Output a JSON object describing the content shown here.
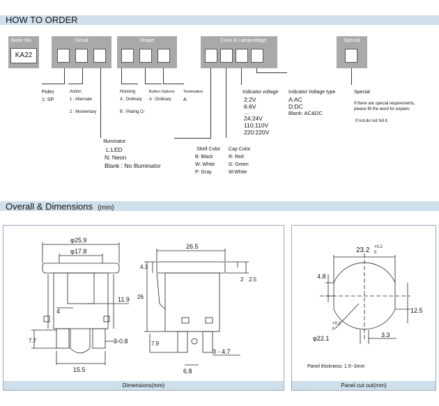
{
  "how_to_order": {
    "title": "HOW TO ORDER",
    "basic_no": {
      "label": "Basic No.",
      "value": "KA22"
    },
    "circuit": {
      "label": "Circuit"
    },
    "shape": {
      "label": "Shape"
    },
    "color_lamp": {
      "label": "Color & Lampvoltage"
    },
    "special_box": {
      "label": "Special"
    },
    "poles": {
      "title": "Poles",
      "value": "1: SP"
    },
    "action": {
      "title": "Action",
      "opt1": "1 : Alternate",
      "opt2": "2 : Momentary"
    },
    "housing": {
      "title": "Housing",
      "opt1": "A : Ordinary",
      "opt2": "B : Plating Cr"
    },
    "button_options": {
      "title": "Button Options",
      "opt1": "A : Ordinary"
    },
    "termination": {
      "title": "Termination",
      "opt1": "A"
    },
    "illuminator": {
      "title": "Illuminator",
      "opt1": "L:LED",
      "opt2": "N: Neon",
      "opt3": "Blank : No Illuminator"
    },
    "shell_color": {
      "title": "Shell Color",
      "opt1": "B: Black",
      "opt2": "W: White",
      "opt3": "P: Gray"
    },
    "cap_color": {
      "title": "Cap Color",
      "opt1": "R: Red",
      "opt2": "G: Green",
      "opt3": "W:White"
    },
    "indicator_voltage": {
      "title": "Indicator voltage",
      "opt1": "2:2V",
      "opt2": "6:6V",
      "opt3": "...",
      "opt4": "24:24V",
      "opt5": "110:110V",
      "opt6": "220:220V"
    },
    "indicator_type": {
      "title": "Indicator Voltage type",
      "opt1": "A:AC",
      "opt2": "D:DC",
      "opt3": "Blank: AC&DC"
    },
    "special": {
      "title": "Special",
      "line1": "If there are special requirements,",
      "line2": "please fill the word for explain.",
      "line3": "If not,do not full it."
    }
  },
  "dimensions": {
    "title": "Overall & Dimensions",
    "unit": "(mm)",
    "left_caption": "Dimensions(mm)",
    "right_caption": "Panel cut out(mm)",
    "labels": {
      "d259": "φ25.9",
      "d178": "φ17.8",
      "d119": "11.9",
      "d4": "4",
      "d77": "7.7",
      "d308": "3-0.8",
      "d155": "15.5",
      "d265": "26.5",
      "d43": "4.3",
      "d2": "2",
      "d25": "2.5",
      "d26": "26",
      "d79": "7.9",
      "d347": "3 - 4.7",
      "d68": "6.8",
      "d232": "23.2",
      "d232tol": "+0.2",
      "d232tol0": "0",
      "d48": "4.8",
      "d125": "12.5",
      "d221": "φ22.1",
      "d221tol": "+0.2",
      "d221tol0": "0",
      "d33": "3.3"
    },
    "panel_thickness": "Panel thickness: 1.5~3mm"
  }
}
